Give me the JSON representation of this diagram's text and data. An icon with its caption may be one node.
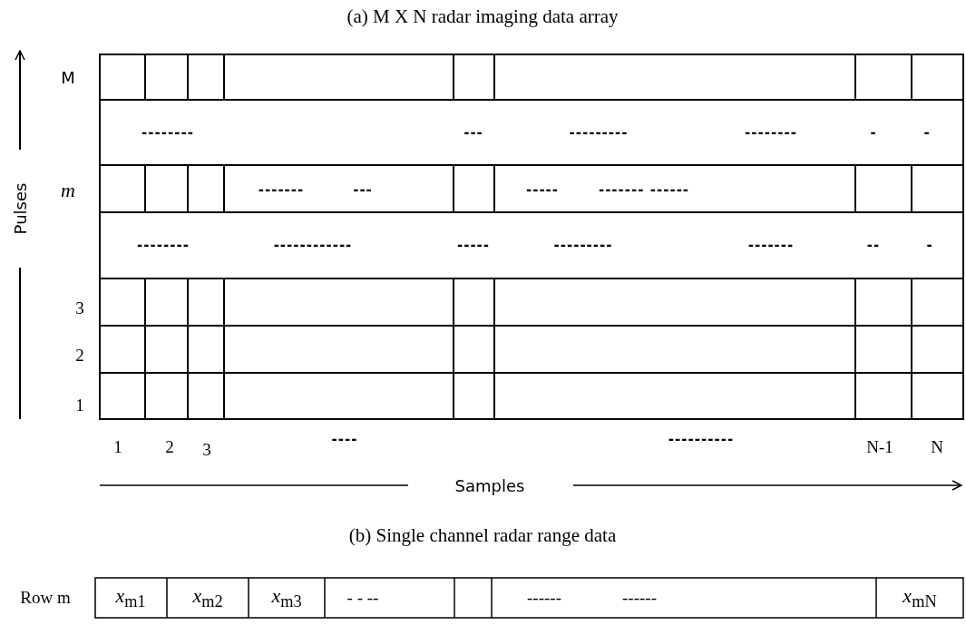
{
  "diagram": {
    "labels": [
      "(a)  M X N radar imaging data array",
      "Pulses",
      "M",
      "--------",
      "---",
      "---------",
      "--------",
      "-",
      "-",
      "m",
      "-------",
      "---",
      "-----",
      "------- ------",
      "--------",
      "------------",
      "-----",
      "---------",
      "-------",
      "--",
      "-",
      "3",
      "2",
      "1",
      "1",
      "2",
      "3",
      "----",
      "----------",
      "N-1",
      "N",
      "Samples",
      "(b) Single channel radar range data",
      "Row m",
      "*x*$_{m1}$",
      "*x*$_{m2}$",
      "*x*$_{m3}$",
      "- - --",
      "------",
      "------",
      "*x*$_{mN}$"
    ]
  }
}
